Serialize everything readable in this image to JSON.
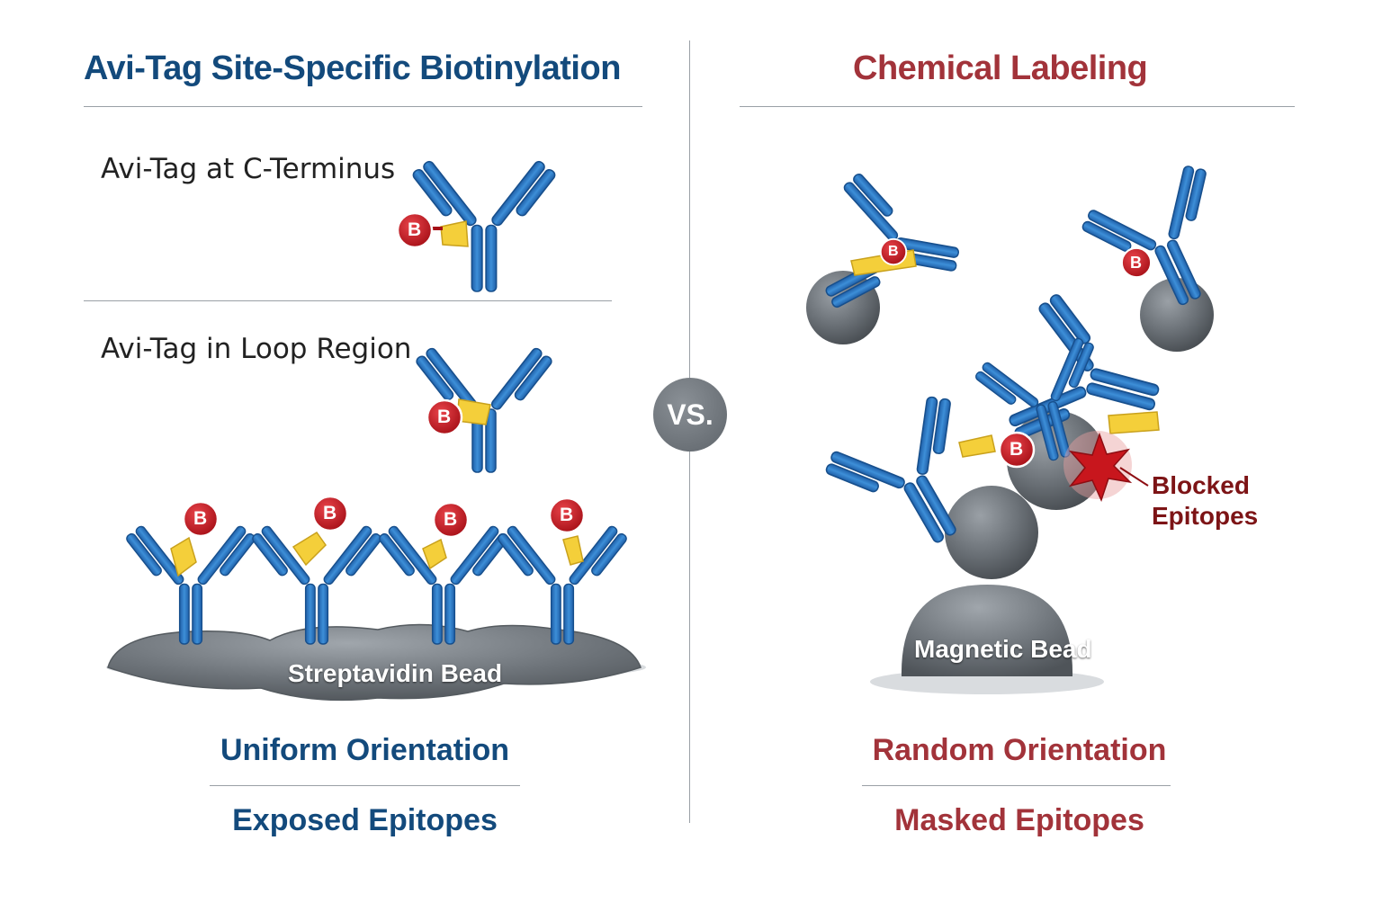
{
  "left": {
    "title": "Avi-Tag Site-Specific Biotinylation",
    "variant_c_terminus": "Avi-Tag at C-Terminus",
    "variant_loop": "Avi-Tag in Loop Region",
    "bead_label": "Streptavidin Bead",
    "outcome_1": "Uniform Orientation",
    "outcome_2": "Exposed Epitopes"
  },
  "divider": {
    "vs": "VS."
  },
  "right": {
    "title": "Chemical Labeling",
    "bead_label": "Magnetic Bead",
    "blocked_1": "Blocked",
    "blocked_2": "Epitopes",
    "outcome_1": "Random Orientation",
    "outcome_2": "Masked Epitopes"
  },
  "biotin_marker": "B",
  "colors": {
    "antibody_blue": "#2f78c4",
    "tag_yellow": "#f4cf3a",
    "biotin_red": "#c8161d",
    "bead_gray": "#6d7379",
    "left_accent": "#134a7c",
    "right_accent": "#a2333a"
  }
}
